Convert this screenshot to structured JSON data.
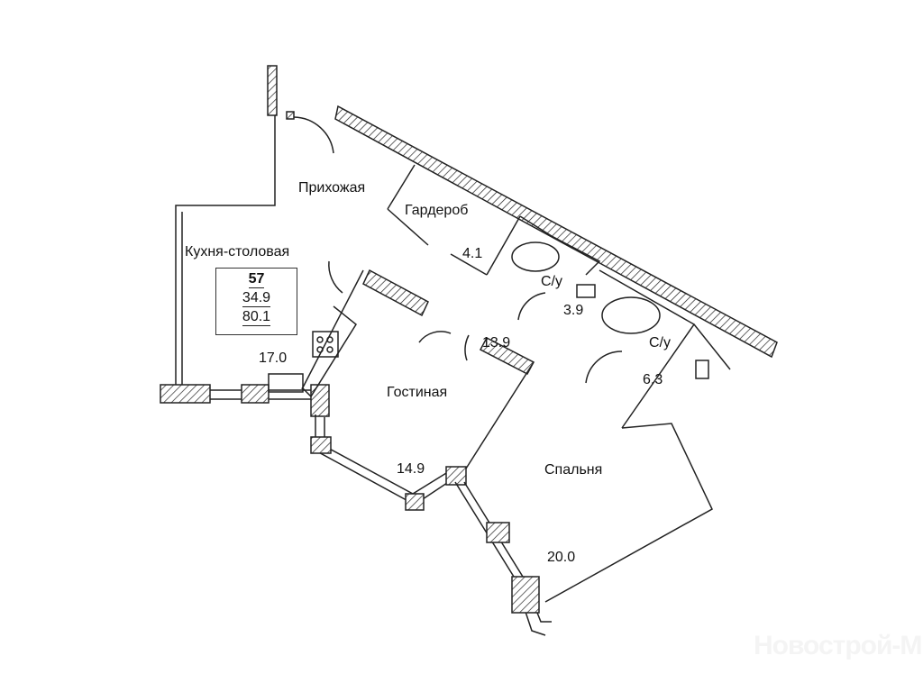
{
  "plan": {
    "apartment_number": "57",
    "living_area": "34.9",
    "total_area": "80.1",
    "rooms": [
      {
        "name": "Прихожая",
        "area": "13.9"
      },
      {
        "name": "Гардероб",
        "area": "4.1"
      },
      {
        "name": "Кухня-столовая",
        "area": "17.0"
      },
      {
        "name": "С/у",
        "area": "3.9"
      },
      {
        "name": "С/у",
        "area": "6.3"
      },
      {
        "name": "Гостиная",
        "area": "14.9"
      },
      {
        "name": "Спальня",
        "area": "20.0"
      }
    ]
  },
  "watermark": "Новострой-М"
}
